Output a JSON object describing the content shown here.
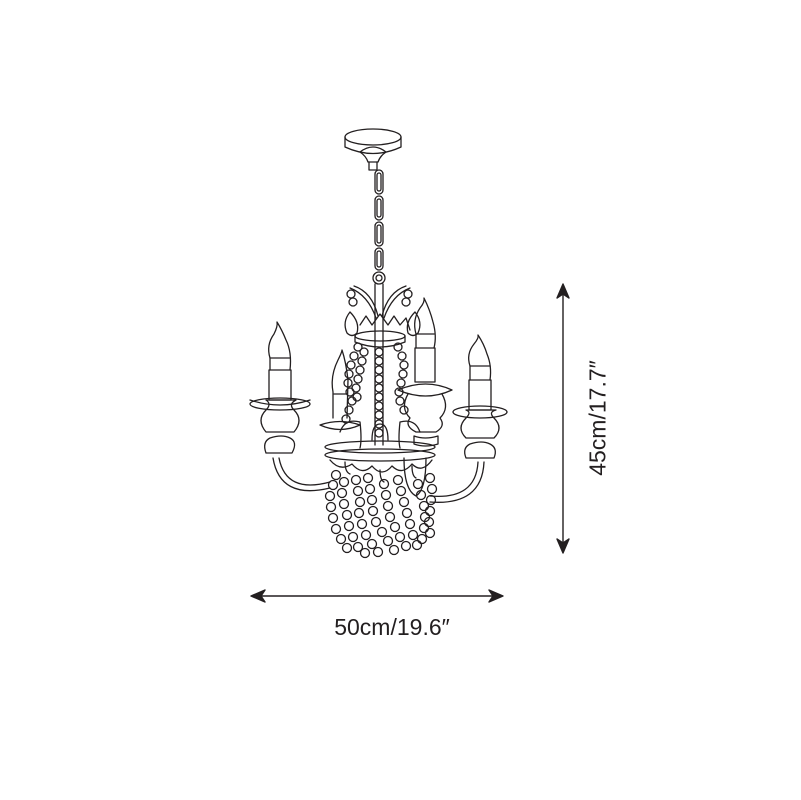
{
  "diagram": {
    "subject": "three-arm beaded candle chandelier, line drawing",
    "colors": {
      "line": "#231f20",
      "background": "#ffffff"
    },
    "dimensions": {
      "width": {
        "label": "50cm/19.6″",
        "cm": 50,
        "inch": 19.6,
        "orientation": "horizontal"
      },
      "height": {
        "label": "45cm/17.7″",
        "cm": 45,
        "inch": 17.7,
        "orientation": "vertical"
      }
    },
    "parts": [
      "ceiling-canopy",
      "chain",
      "crown-finial",
      "center-stem",
      "candle-arms",
      "candle-cups",
      "candle-bulbs",
      "bead-ring",
      "bead-strands"
    ]
  }
}
